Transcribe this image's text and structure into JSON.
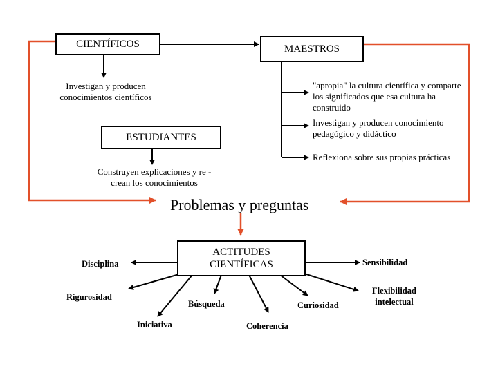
{
  "boxes": {
    "cientificos": "CIENTÍFICOS",
    "maestros": "MAESTROS",
    "estudiantes": "ESTUDIANTES",
    "actitudes": "ACTITUDES CIENTÍFICAS"
  },
  "descriptions": {
    "cientificos_investigan": "Investigan y producen conocimientos científicos",
    "maestros_apropia": "\"apropia\" la cultura científica y comparte los significados que esa cultura ha construido",
    "maestros_investigan": "Investigan y producen conocimiento pedagógico y didáctico",
    "maestros_reflexiona": "Reflexiona sobre sus propias prácticas",
    "estudiantes_construyen": "Construyen explicaciones y re -crean los conocimientos"
  },
  "central_topic": "Problemas y preguntas",
  "attitudes": {
    "disciplina": "Disciplina",
    "sensibilidad": "Sensibilidad",
    "rigurosidad": "Rigurosidad",
    "flexibilidad": "Flexibilidad intelectual",
    "busqueda": "Búsqueda",
    "curiosidad": "Curiosidad",
    "iniciativa": "Iniciativa",
    "coherencia": "Coherencia"
  },
  "colors": {
    "feedback_line": "#e2502a",
    "line": "#000000"
  }
}
